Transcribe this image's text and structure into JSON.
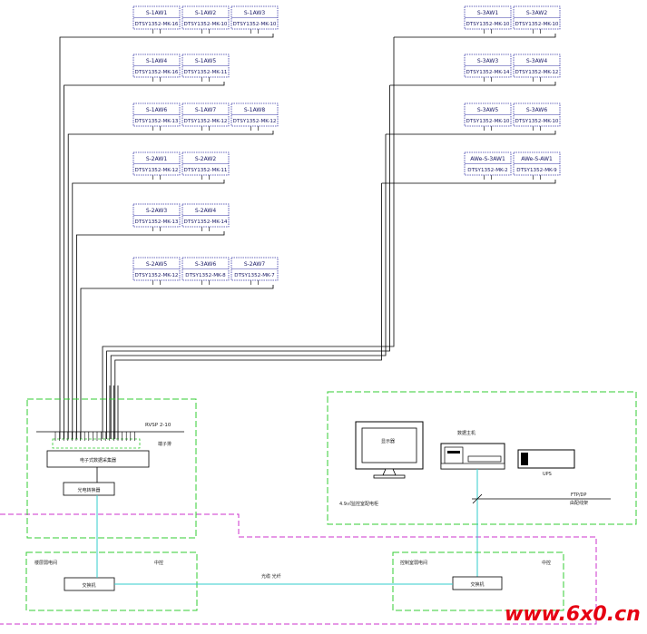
{
  "meter_groups_left": [
    {
      "meters": [
        {
          "title": "S-1AW1",
          "model": "DTSY1352-MK-16"
        },
        {
          "title": "S-1AW2",
          "model": "DTSY1352-MK-10"
        },
        {
          "title": "S-1AW3",
          "model": "DTSY1352-MK-10"
        }
      ]
    },
    {
      "meters": [
        {
          "title": "S-1AW4",
          "model": "DTSY1352-MK-16"
        },
        {
          "title": "S-1AW5",
          "model": "DTSY1352-MK-11"
        }
      ]
    },
    {
      "meters": [
        {
          "title": "S-1AW6",
          "model": "DTSY1352-MK-13"
        },
        {
          "title": "S-1AW7",
          "model": "DTSY1352-MK-12"
        },
        {
          "title": "S-1AW8",
          "model": "DTSY1352-MK-12"
        }
      ]
    },
    {
      "meters": [
        {
          "title": "S-2AW1",
          "model": "DTSY1352-MK-12"
        },
        {
          "title": "S-2AW2",
          "model": "DTSY1352-MK-11"
        }
      ]
    },
    {
      "meters": [
        {
          "title": "S-2AW3",
          "model": "DTSY1352-MK-13"
        },
        {
          "title": "S-2AW4",
          "model": "DTSY1352-MK-14"
        }
      ]
    },
    {
      "meters": [
        {
          "title": "S-2AW5",
          "model": "DTSY1352-MK-12"
        },
        {
          "title": "S-3AW6",
          "model": "DTSY1352-MK-8"
        },
        {
          "title": "S-2AW7",
          "model": "DTSY1352-MK-7"
        }
      ]
    }
  ],
  "meter_groups_right": [
    {
      "meters": [
        {
          "title": "S-3AW1",
          "model": "DTSY1352-MK-10"
        },
        {
          "title": "S-3AW2",
          "model": "DTSY1352-MK-10"
        }
      ]
    },
    {
      "meters": [
        {
          "title": "S-3AW3",
          "model": "DTSY1352-MK-14"
        },
        {
          "title": "S-3AW4",
          "model": "DTSY1352-MK-12"
        }
      ]
    },
    {
      "meters": [
        {
          "title": "S-3AW5",
          "model": "DTSY1352-MK-10"
        },
        {
          "title": "S-3AW6",
          "model": "DTSY1352-MK-10"
        }
      ]
    },
    {
      "meters": [
        {
          "title": "AWe-S-3AW1",
          "model": "DTSY1352-MK-2"
        },
        {
          "title": "AWe-S-AW1",
          "model": "DTSY1352-MK-9"
        }
      ]
    }
  ],
  "left_panel": {
    "bus_label": "RVSP 2-10",
    "terminal_label": "端子排",
    "collector_label": "电子式数据采集器",
    "converter_label": "光电转换器"
  },
  "monitor_room": {
    "monitor_label": "显示器",
    "host_label": "数据主机",
    "ups_label": "UPS",
    "room_label": "4.9㎡监控室配电柜",
    "cable_label": "FTP/DP",
    "cable_sub": "由配线架"
  },
  "bottom": {
    "left_box_label": "楼层弱电间",
    "left_box_tag": "中控",
    "left_device": "交换机",
    "fiber_label": "光缆 光纤",
    "right_box_label": "控制室弱电间",
    "right_box_tag": "中控",
    "right_device": "交换机"
  },
  "watermark": "www.6x0.cn",
  "colors": {
    "meter_border": "#3a3aa8",
    "wire": "#000000",
    "green_dash": "#33cc33",
    "magenta_dash": "#cc33cc",
    "cyan_link": "#33cccc",
    "watermark": "#e60012"
  }
}
